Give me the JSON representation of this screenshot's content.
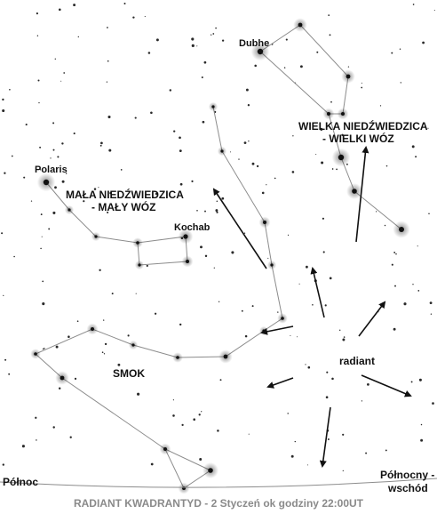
{
  "labels": {
    "dubhe": "Dubhe",
    "polaris": "Polaris",
    "kochab": "Kochab",
    "ursa_major_line1": "WIELKA NIEDŹWIEDZICA",
    "ursa_major_line2": "- WIELKI WÓZ",
    "ursa_minor_line1": "MAŁA NIEDŹWIEDZICA",
    "ursa_minor_line2": "- MAŁY WÓZ",
    "draco": "SMOK",
    "radiant": "radiant",
    "north": "Północ",
    "northeast_line1": "Północny -",
    "northeast_line2": "wschód"
  },
  "caption": "RADIANT KWADRANTYD - 2 Styczeń ok godziny 22:00UT",
  "colors": {
    "background": "#ffffff",
    "star": "#1a1a1a",
    "line": "#8c8c8c",
    "arrow": "#111111",
    "caption": "#8a8a8a"
  }
}
